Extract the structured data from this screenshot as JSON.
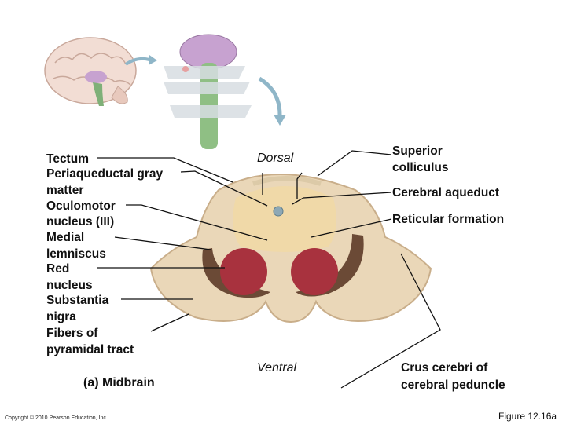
{
  "left_labels": [
    "Tectum",
    "Periaqueductal gray",
    "matter",
    "Oculomotor",
    "nucleus (III)",
    "Medial",
    "lemniscus",
    "Red",
    "nucleus",
    "Substantia",
    "nigra",
    "Fibers of",
    "pyramidal tract"
  ],
  "orientation": {
    "top": "Dorsal",
    "bottom": "Ventral"
  },
  "right_labels": {
    "superior_1": "Superior",
    "superior_2": "colliculus",
    "aqueduct": "Cerebral aqueduct",
    "reticular": "Reticular formation",
    "crus_1": "Crus cerebri of",
    "crus_2": "cerebral peduncle"
  },
  "panel_label": "(a) Midbrain",
  "copyright": "Copyright © 2010 Pearson Education, Inc.",
  "figure_number": "Figure 12.16a",
  "colors": {
    "red_nucleus": "#a8323e",
    "substantia_nigra": "#6b4a36",
    "tegmentum": "#f0d9a8",
    "peduncle": "#ead7b8"
  }
}
